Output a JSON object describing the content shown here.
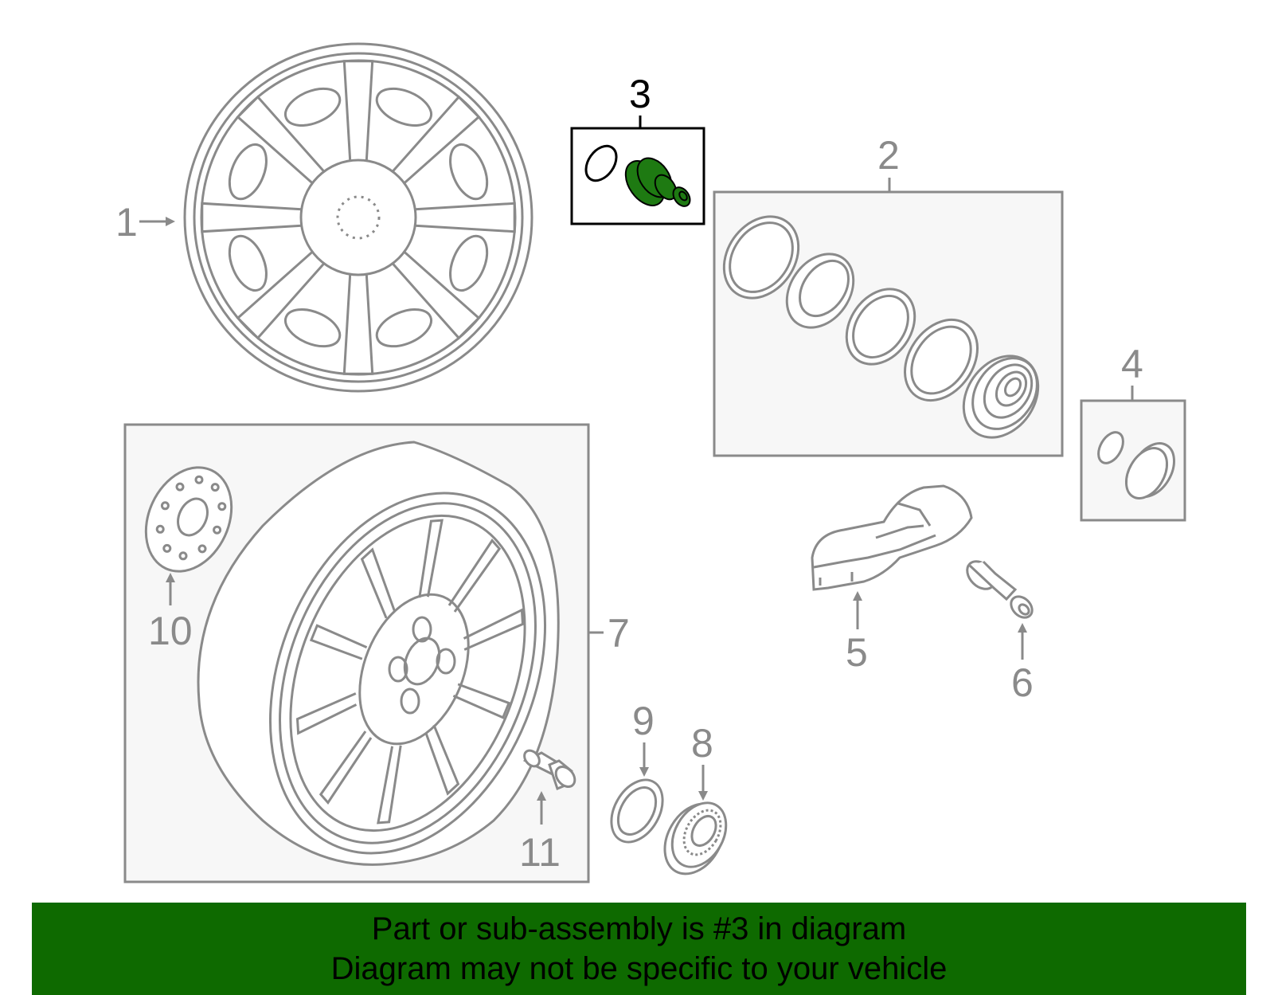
{
  "diagram": {
    "highlighted_part": "3",
    "colors": {
      "line": "#8a8a8a",
      "active_line": "#000000",
      "highlight_fill": "#1e7a12",
      "panel_fill": "#f7f7f7",
      "banner_bg": "#0e6a00"
    },
    "callouts": {
      "c1": "1",
      "c2": "2",
      "c3": "3",
      "c4": "4",
      "c5": "5",
      "c6": "6",
      "c7": "7",
      "c8": "8",
      "c9": "9",
      "c10": "10",
      "c11": "11"
    },
    "parts": [
      {
        "number": "1",
        "icon": "alloy-wheel-icon"
      },
      {
        "number": "2",
        "icon": "seal-ring-kit-icon"
      },
      {
        "number": "3",
        "icon": "valve-stem-kit-icon"
      },
      {
        "number": "4",
        "icon": "cap-kit-icon"
      },
      {
        "number": "5",
        "icon": "tpms-sensor-icon"
      },
      {
        "number": "6",
        "icon": "valve-stem-icon"
      },
      {
        "number": "7",
        "icon": "spare-wheel-tire-icon"
      },
      {
        "number": "8",
        "icon": "wheel-cap-icon"
      },
      {
        "number": "9",
        "icon": "seal-ring-icon"
      },
      {
        "number": "10",
        "icon": "spacer-plate-icon"
      },
      {
        "number": "11",
        "icon": "wheel-bolt-icon"
      }
    ]
  },
  "banner": {
    "line1": "Part or sub-assembly is #3 in diagram",
    "line2": "Diagram may not be specific to your vehicle"
  }
}
